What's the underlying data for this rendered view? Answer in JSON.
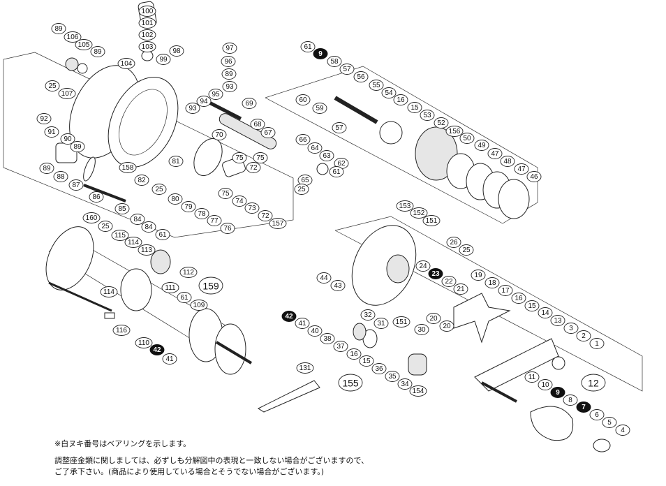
{
  "title": "Reel exploded parts diagram",
  "parts": [
    {
      "label": "100",
      "style": "plain"
    },
    {
      "label": "101",
      "style": "plain"
    },
    {
      "label": "102",
      "style": "plain"
    },
    {
      "label": "103",
      "style": "plain"
    },
    {
      "label": "89",
      "style": "plain"
    },
    {
      "label": "106",
      "style": "plain"
    },
    {
      "label": "105",
      "style": "plain"
    },
    {
      "label": "89",
      "style": "plain"
    },
    {
      "label": "104",
      "style": "plain"
    },
    {
      "label": "25",
      "style": "plain"
    },
    {
      "label": "107",
      "style": "plain"
    },
    {
      "label": "92",
      "style": "plain"
    },
    {
      "label": "91",
      "style": "plain"
    },
    {
      "label": "90",
      "style": "plain"
    },
    {
      "label": "89",
      "style": "plain"
    },
    {
      "label": "89",
      "style": "plain"
    },
    {
      "label": "88",
      "style": "plain"
    },
    {
      "label": "87",
      "style": "plain"
    },
    {
      "label": "86",
      "style": "plain"
    },
    {
      "label": "85",
      "style": "plain"
    },
    {
      "label": "84",
      "style": "plain"
    },
    {
      "label": "84",
      "style": "plain"
    },
    {
      "label": "61",
      "style": "plain"
    },
    {
      "label": "158",
      "style": "plain"
    },
    {
      "label": "82",
      "style": "plain"
    },
    {
      "label": "25",
      "style": "plain"
    },
    {
      "label": "81",
      "style": "plain"
    },
    {
      "label": "80",
      "style": "plain"
    },
    {
      "label": "79",
      "style": "plain"
    },
    {
      "label": "78",
      "style": "plain"
    },
    {
      "label": "77",
      "style": "plain"
    },
    {
      "label": "76",
      "style": "plain"
    },
    {
      "label": "75",
      "style": "plain"
    },
    {
      "label": "75",
      "style": "plain"
    },
    {
      "label": "74",
      "style": "plain"
    },
    {
      "label": "73",
      "style": "plain"
    },
    {
      "label": "72",
      "style": "plain"
    },
    {
      "label": "157",
      "style": "plain"
    },
    {
      "label": "98",
      "style": "plain"
    },
    {
      "label": "99",
      "style": "plain"
    },
    {
      "label": "97",
      "style": "plain"
    },
    {
      "label": "96",
      "style": "plain"
    },
    {
      "label": "89",
      "style": "plain"
    },
    {
      "label": "93",
      "style": "plain"
    },
    {
      "label": "95",
      "style": "plain"
    },
    {
      "label": "94",
      "style": "plain"
    },
    {
      "label": "93",
      "style": "plain"
    },
    {
      "label": "69",
      "style": "plain"
    },
    {
      "label": "70",
      "style": "plain"
    },
    {
      "label": "68",
      "style": "plain"
    },
    {
      "label": "67",
      "style": "plain"
    },
    {
      "label": "66",
      "style": "plain"
    },
    {
      "label": "64",
      "style": "plain"
    },
    {
      "label": "63",
      "style": "plain"
    },
    {
      "label": "62",
      "style": "plain"
    },
    {
      "label": "61",
      "style": "plain"
    },
    {
      "label": "72",
      "style": "plain"
    },
    {
      "label": "75",
      "style": "plain"
    },
    {
      "label": "65",
      "style": "plain"
    },
    {
      "label": "25",
      "style": "plain"
    },
    {
      "label": "61",
      "style": "plain"
    },
    {
      "label": "9",
      "style": "bearing"
    },
    {
      "label": "58",
      "style": "plain"
    },
    {
      "label": "57",
      "style": "plain"
    },
    {
      "label": "56",
      "style": "plain"
    },
    {
      "label": "60",
      "style": "plain"
    },
    {
      "label": "59",
      "style": "plain"
    },
    {
      "label": "57",
      "style": "plain"
    },
    {
      "label": "55",
      "style": "plain"
    },
    {
      "label": "54",
      "style": "plain"
    },
    {
      "label": "16",
      "style": "plain"
    },
    {
      "label": "15",
      "style": "plain"
    },
    {
      "label": "53",
      "style": "plain"
    },
    {
      "label": "52",
      "style": "plain"
    },
    {
      "label": "156",
      "style": "plain"
    },
    {
      "label": "50",
      "style": "plain"
    },
    {
      "label": "49",
      "style": "plain"
    },
    {
      "label": "47",
      "style": "plain"
    },
    {
      "label": "48",
      "style": "plain"
    },
    {
      "label": "47",
      "style": "plain"
    },
    {
      "label": "46",
      "style": "plain"
    },
    {
      "label": "153",
      "style": "plain"
    },
    {
      "label": "152",
      "style": "plain"
    },
    {
      "label": "151",
      "style": "plain"
    },
    {
      "label": "26",
      "style": "plain"
    },
    {
      "label": "25",
      "style": "plain"
    },
    {
      "label": "44",
      "style": "plain"
    },
    {
      "label": "43",
      "style": "plain"
    },
    {
      "label": "24",
      "style": "plain"
    },
    {
      "label": "23",
      "style": "bearing"
    },
    {
      "label": "22",
      "style": "plain"
    },
    {
      "label": "21",
      "style": "plain"
    },
    {
      "label": "19",
      "style": "plain"
    },
    {
      "label": "18",
      "style": "plain"
    },
    {
      "label": "17",
      "style": "plain"
    },
    {
      "label": "16",
      "style": "plain"
    },
    {
      "label": "15",
      "style": "plain"
    },
    {
      "label": "14",
      "style": "plain"
    },
    {
      "label": "13",
      "style": "plain"
    },
    {
      "label": "3",
      "style": "plain"
    },
    {
      "label": "2",
      "style": "plain"
    },
    {
      "label": "1",
      "style": "plain"
    },
    {
      "label": "42",
      "style": "bearing"
    },
    {
      "label": "41",
      "style": "plain"
    },
    {
      "label": "40",
      "style": "plain"
    },
    {
      "label": "38",
      "style": "plain"
    },
    {
      "label": "37",
      "style": "plain"
    },
    {
      "label": "16",
      "style": "plain"
    },
    {
      "label": "15",
      "style": "plain"
    },
    {
      "label": "36",
      "style": "plain"
    },
    {
      "label": "35",
      "style": "plain"
    },
    {
      "label": "34",
      "style": "plain"
    },
    {
      "label": "154",
      "style": "plain"
    },
    {
      "label": "155",
      "style": "assembly"
    },
    {
      "label": "32",
      "style": "plain"
    },
    {
      "label": "31",
      "style": "plain"
    },
    {
      "label": "151",
      "style": "plain"
    },
    {
      "label": "30",
      "style": "plain"
    },
    {
      "label": "20",
      "style": "plain"
    },
    {
      "label": "20",
      "style": "plain"
    },
    {
      "label": "131",
      "style": "plain"
    },
    {
      "label": "11",
      "style": "plain"
    },
    {
      "label": "10",
      "style": "plain"
    },
    {
      "label": "9",
      "style": "bearing"
    },
    {
      "label": "8",
      "style": "plain"
    },
    {
      "label": "7",
      "style": "bearing"
    },
    {
      "label": "6",
      "style": "plain"
    },
    {
      "label": "5",
      "style": "plain"
    },
    {
      "label": "4",
      "style": "plain"
    },
    {
      "label": "12",
      "style": "assembly"
    },
    {
      "label": "160",
      "style": "plain"
    },
    {
      "label": "25",
      "style": "plain"
    },
    {
      "label": "115",
      "style": "plain"
    },
    {
      "label": "114",
      "style": "plain"
    },
    {
      "label": "113",
      "style": "plain"
    },
    {
      "label": "112",
      "style": "plain"
    },
    {
      "label": "111",
      "style": "plain"
    },
    {
      "label": "114",
      "style": "plain"
    },
    {
      "label": "159",
      "style": "assembly"
    },
    {
      "label": "61",
      "style": "plain"
    },
    {
      "label": "109",
      "style": "plain"
    },
    {
      "label": "110",
      "style": "plain"
    },
    {
      "label": "42",
      "style": "bearing"
    },
    {
      "label": "41",
      "style": "plain"
    },
    {
      "label": "116",
      "style": "plain"
    }
  ],
  "notes": {
    "bearing_note": "※白ヌキ番号はベアリングを示します。",
    "disclaimer_line1": "調整座金類に関しましては、必ずしも分解図中の表現と一致しない場合がございますので、",
    "disclaimer_line2": "ご了承下さい。(商品により使用している場合とそうでない場合がございます。)"
  }
}
